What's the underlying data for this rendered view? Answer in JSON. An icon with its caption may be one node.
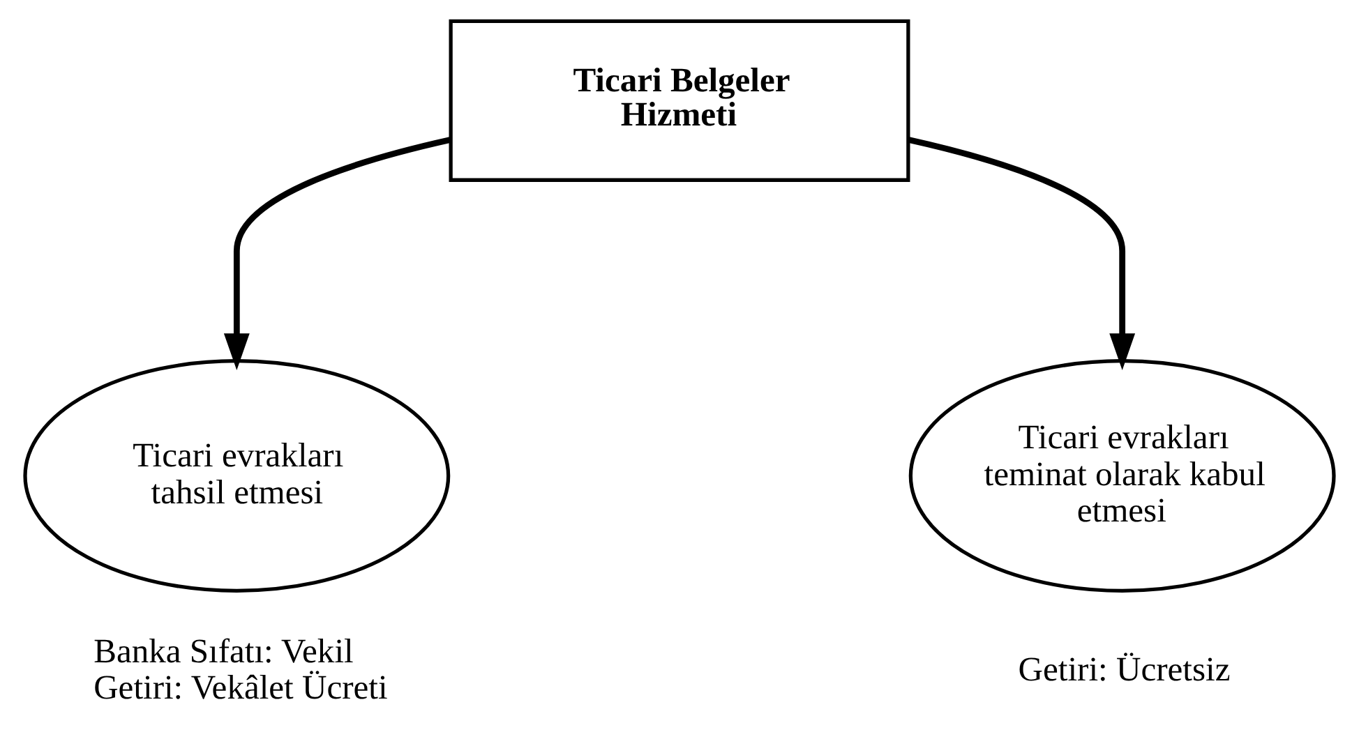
{
  "diagram": {
    "nodes": [
      {
        "text": [
          "Ticari Belgeler Hizmeti"
        ]
      },
      {
        "text": [
          "Ticari evrakları tahsil etmesi"
        ],
        "beside": [
          "Banka Sıfatı: Vekil",
          "Getiri: Vekâlet Ücreti"
        ]
      },
      {
        "text": [
          "Ticari evrakları teminat olarak kabul etmesi"
        ],
        "beside": [
          "Getiri: Ücretsiz"
        ]
      }
    ],
    "edges": [
      {
        "from": 0,
        "to": 1,
        "arrow": "to"
      },
      {
        "from": 0,
        "to": 2,
        "arrow": "to"
      }
    ]
  }
}
